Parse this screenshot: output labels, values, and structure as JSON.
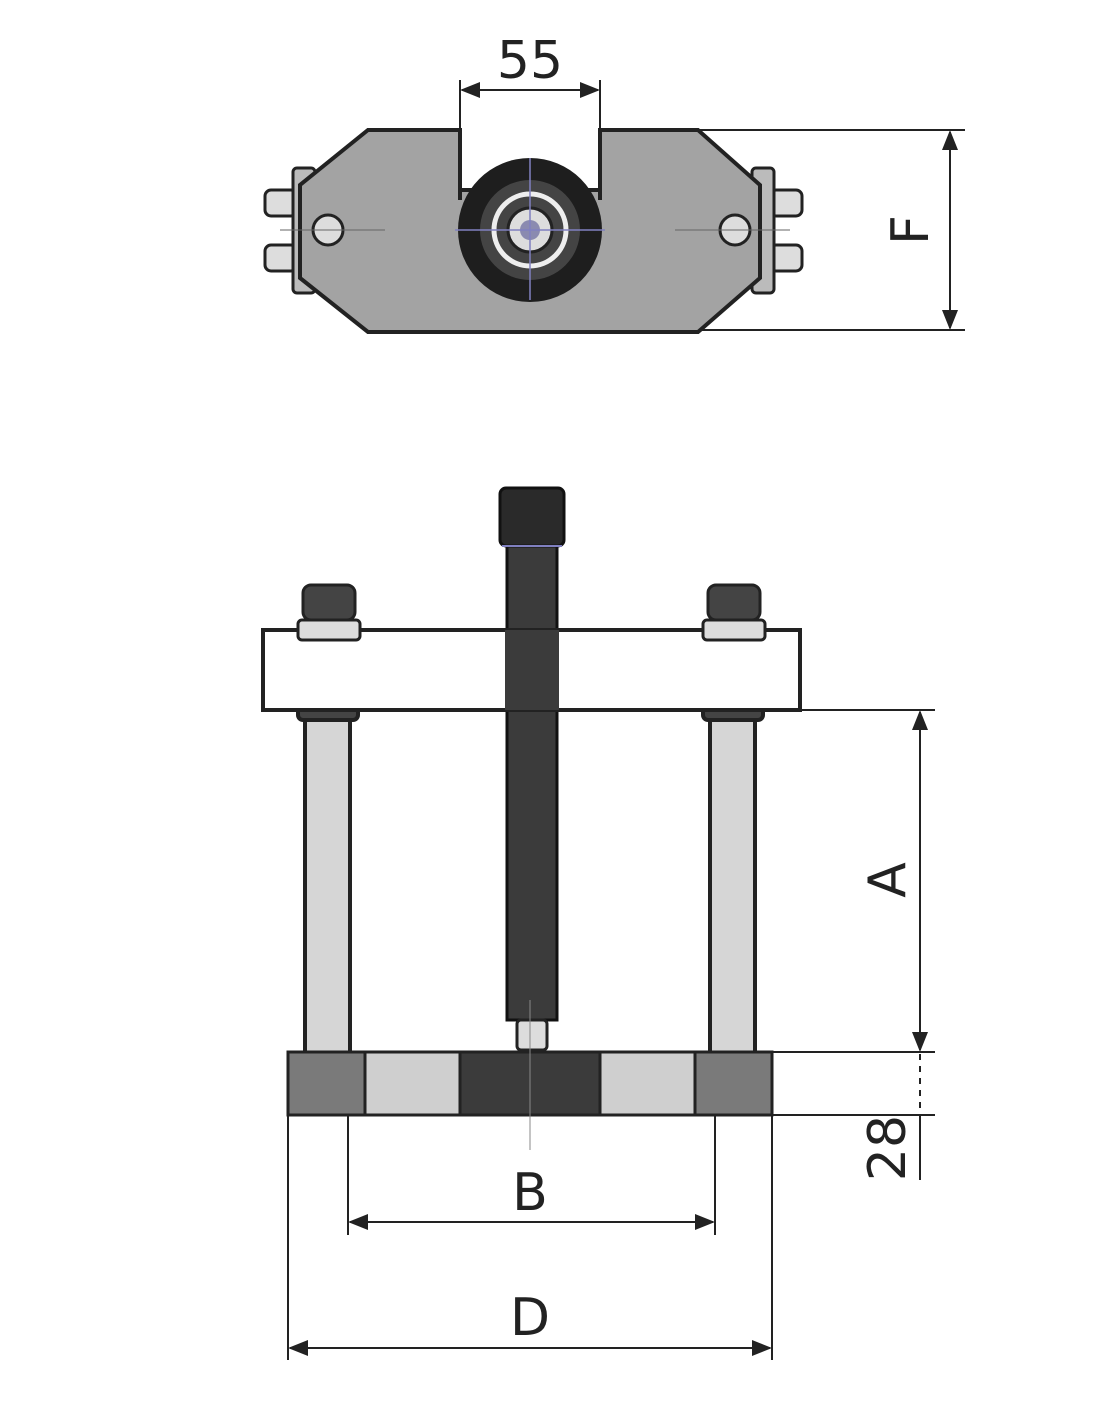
{
  "top_view": {
    "width_label": "55",
    "height_label": "F"
  },
  "front_view": {
    "height_label": "A",
    "base_label": "28",
    "inner_label": "B",
    "outer_label": "D"
  },
  "colors": {
    "plate": "#a3a3a3",
    "dark": "#3b3b3b",
    "light": "#cfcfcf",
    "mid": "#7a7a7a",
    "line": "#222222"
  }
}
